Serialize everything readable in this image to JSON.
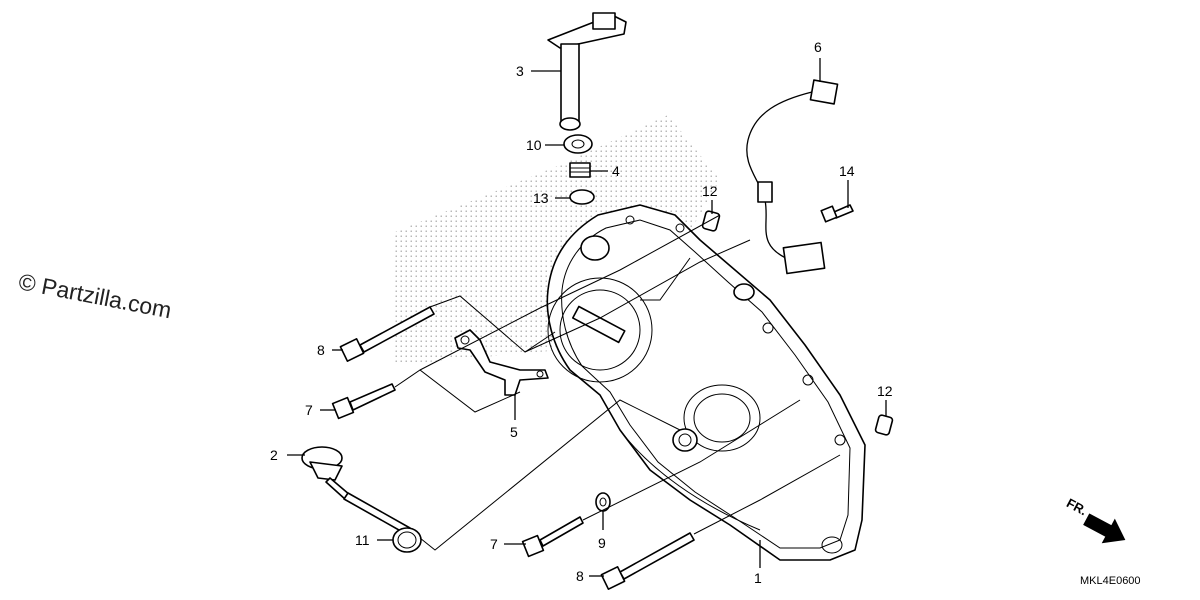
{
  "watermark": "© Partzilla.com",
  "drawing_code": "MKL4E0600",
  "front_marker": "FR.",
  "callouts": {
    "c1": "1",
    "c2": "2",
    "c3": "3",
    "c4": "4",
    "c5": "5",
    "c6": "6",
    "c7a": "7",
    "c7b": "7",
    "c8a": "8",
    "c8b": "8",
    "c9": "9",
    "c10": "10",
    "c11": "11",
    "c12a": "12",
    "c12b": "12",
    "c13": "13",
    "c14": "14"
  },
  "colors": {
    "line": "#000000",
    "stipple": "#9a9a9a",
    "background": "#ffffff"
  }
}
